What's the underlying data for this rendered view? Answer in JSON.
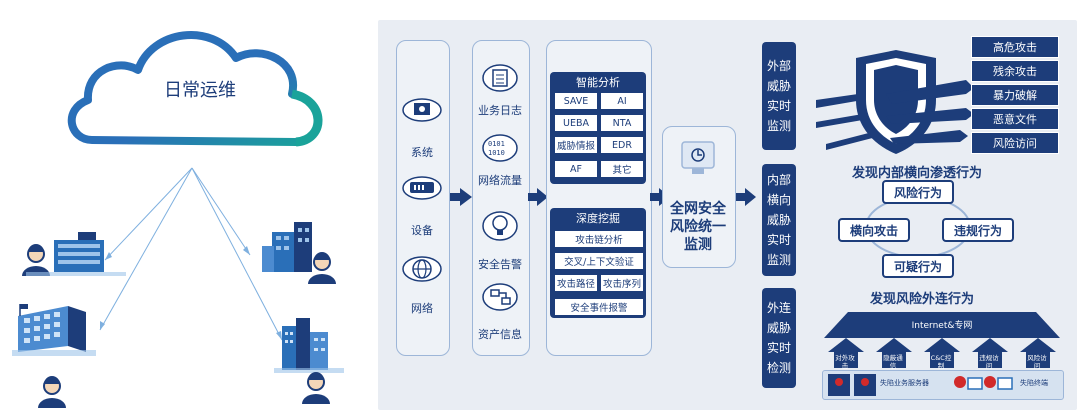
{
  "cloud": {
    "label": "日常运维"
  },
  "column1": {
    "items": [
      "系统",
      "设备",
      "网络"
    ]
  },
  "column2": {
    "items": [
      "业务日志",
      "网络流量",
      "安全告警",
      "资产信息"
    ]
  },
  "smart_analysis": {
    "title": "智能分析",
    "cells": [
      "SAVE",
      "AI",
      "UEBA",
      "NTA",
      "威胁情报",
      "EDR",
      "AF",
      "其它"
    ]
  },
  "deep_mining": {
    "title": "深度挖掘",
    "cells": [
      "攻击链分析",
      "交叉/上下文验证",
      "攻击路径",
      "攻击序列",
      "安全事件报警"
    ]
  },
  "center": {
    "title": "全网安全风险统一监测"
  },
  "threats": {
    "external": "外部威胁实时监测",
    "internal": "内部横向威胁实时监测",
    "outbound": "外连威胁实时检测"
  },
  "attack_types": [
    "高危攻击",
    "残余攻击",
    "暴力破解",
    "恶意文件",
    "风险访问"
  ],
  "lateral": {
    "title": "发现内部横向渗透行为",
    "items": [
      "风险行为",
      "横向攻击",
      "违规行为",
      "可疑行为"
    ]
  },
  "outbound": {
    "title": "发现风险外连行为",
    "banner": "Internet&专网",
    "houses": [
      "对外攻击",
      "隐蔽通信",
      "C&C控制",
      "违规访问",
      "风险访问"
    ],
    "server_label": "失陷业务服务器",
    "terminal_label": "失陷终端"
  },
  "colors": {
    "navy": "#1d3d7a",
    "teal": "#1aa39a",
    "light_blue": "#9db6d8"
  }
}
